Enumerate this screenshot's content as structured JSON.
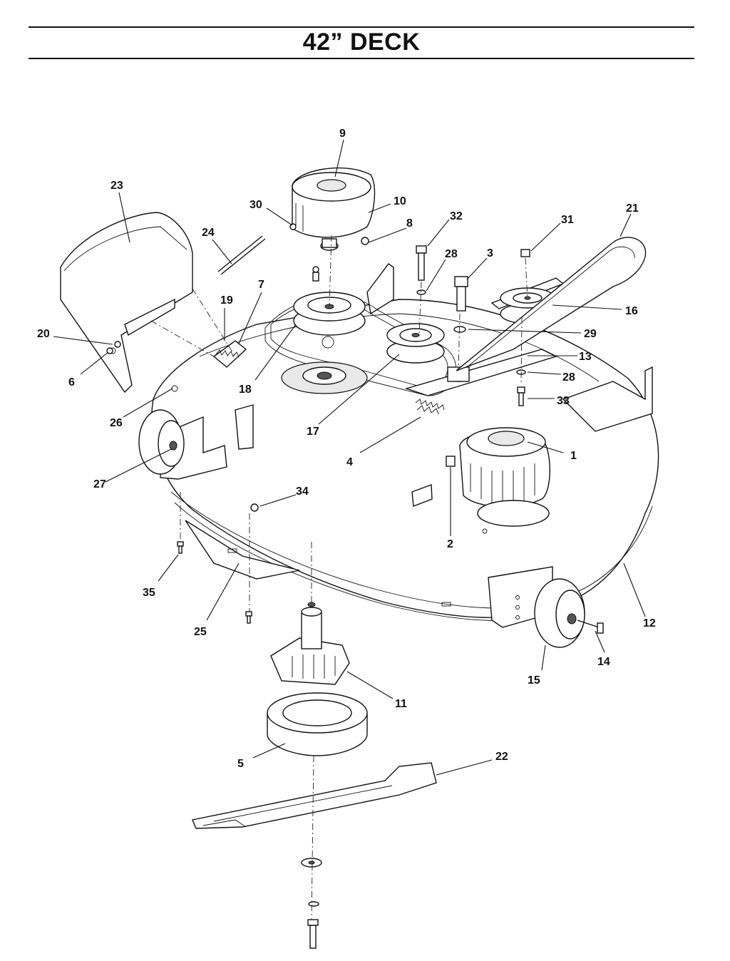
{
  "page": {
    "title": "42” DECK"
  },
  "callouts": [
    {
      "id": "c1",
      "label": "1"
    },
    {
      "id": "c2",
      "label": "2"
    },
    {
      "id": "c3",
      "label": "3"
    },
    {
      "id": "c4",
      "label": "4"
    },
    {
      "id": "c5",
      "label": "5"
    },
    {
      "id": "c6",
      "label": "6"
    },
    {
      "id": "c7",
      "label": "7"
    },
    {
      "id": "c8",
      "label": "8"
    },
    {
      "id": "c9",
      "label": "9"
    },
    {
      "id": "c10",
      "label": "10"
    },
    {
      "id": "c11",
      "label": "11"
    },
    {
      "id": "c12",
      "label": "12"
    },
    {
      "id": "c13",
      "label": "13"
    },
    {
      "id": "c14",
      "label": "14"
    },
    {
      "id": "c15",
      "label": "15"
    },
    {
      "id": "c16",
      "label": "16"
    },
    {
      "id": "c17",
      "label": "17"
    },
    {
      "id": "c18",
      "label": "18"
    },
    {
      "id": "c19",
      "label": "19"
    },
    {
      "id": "c20",
      "label": "20"
    },
    {
      "id": "c21",
      "label": "21"
    },
    {
      "id": "c22",
      "label": "22"
    },
    {
      "id": "c23",
      "label": "23"
    },
    {
      "id": "c24",
      "label": "24"
    },
    {
      "id": "c25",
      "label": "25"
    },
    {
      "id": "c26",
      "label": "26"
    },
    {
      "id": "c27",
      "label": "27"
    },
    {
      "id": "c28a",
      "label": "28"
    },
    {
      "id": "c28b",
      "label": "28"
    },
    {
      "id": "c29",
      "label": "29"
    },
    {
      "id": "c30",
      "label": "30"
    },
    {
      "id": "c31",
      "label": "31"
    },
    {
      "id": "c32",
      "label": "32"
    },
    {
      "id": "c33",
      "label": "33"
    },
    {
      "id": "c34",
      "label": "34"
    },
    {
      "id": "c35",
      "label": "35"
    }
  ]
}
